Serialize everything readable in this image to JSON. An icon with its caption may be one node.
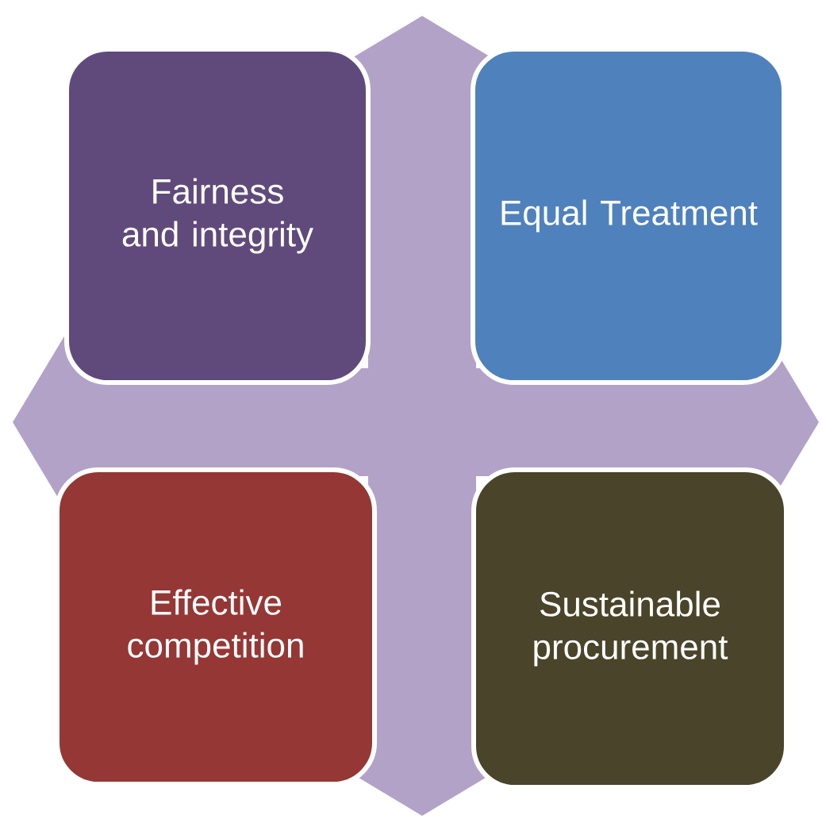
{
  "diagram": {
    "nodes": [
      {
        "text": [
          "Fairness and integrity"
        ]
      },
      {
        "text": [
          "Equal Treatment"
        ]
      },
      {
        "text": [
          "Effective competition"
        ]
      },
      {
        "text": [
          "Sustainable procurement"
        ]
      }
    ]
  }
}
